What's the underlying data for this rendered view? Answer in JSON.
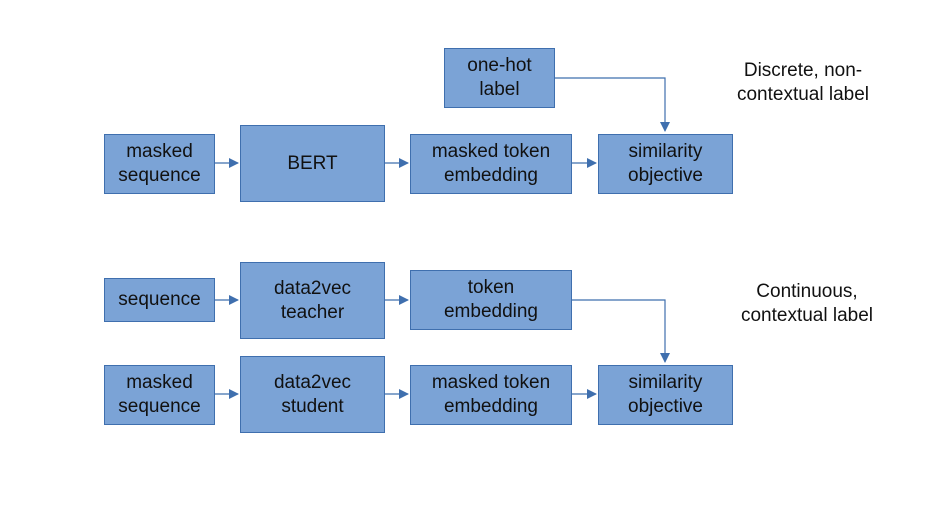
{
  "colors": {
    "box_fill": "#7ba3d6",
    "box_border": "#3f6fae",
    "arrow": "#3f6fae"
  },
  "bert_row": {
    "onehot_label": "one-hot\nlabel",
    "masked_sequence": "masked\nsequence",
    "bert": "BERT",
    "masked_token_embedding": "masked token\nembedding",
    "similarity_objective": "similarity\nobjective",
    "note": "Discrete, non-\ncontextual label"
  },
  "teacher_row": {
    "sequence": "sequence",
    "teacher": "data2vec\nteacher",
    "token_embedding": "token\nembedding",
    "note": "Continuous,\ncontextual label"
  },
  "student_row": {
    "masked_sequence": "masked\nsequence",
    "student": "data2vec\nstudent",
    "masked_token_embedding": "masked token\nembedding",
    "similarity_objective": "similarity\nobjective"
  }
}
